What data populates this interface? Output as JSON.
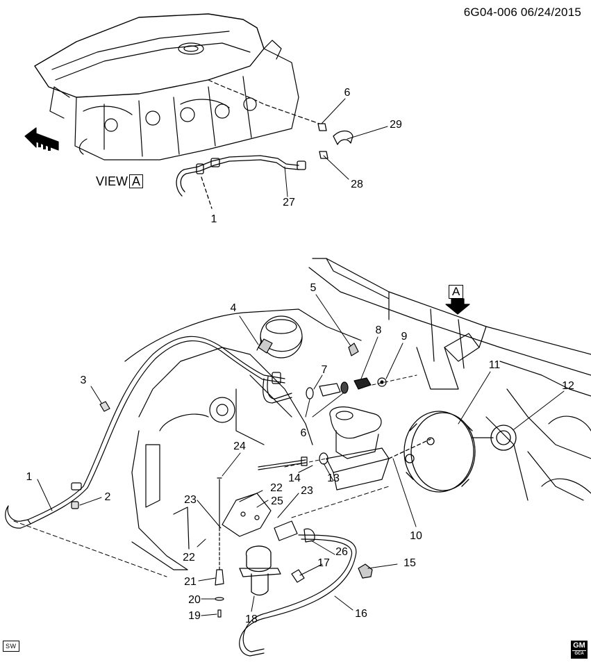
{
  "header": {
    "ref": "6G04-006  06/24/2015"
  },
  "view": {
    "label": "VIEW",
    "letter": "A"
  },
  "arrow_label": "A",
  "badges": {
    "sw": "SW",
    "gm": "GM",
    "gm_sub": "GCA"
  },
  "callouts": [
    {
      "id": "c6a",
      "text": "6"
    },
    {
      "id": "c29",
      "text": "29"
    },
    {
      "id": "c28",
      "text": "28"
    },
    {
      "id": "c27",
      "text": "27"
    },
    {
      "id": "c1a",
      "text": "1"
    },
    {
      "id": "c5",
      "text": "5"
    },
    {
      "id": "c4",
      "text": "4"
    },
    {
      "id": "c8",
      "text": "8"
    },
    {
      "id": "c9",
      "text": "9"
    },
    {
      "id": "c3",
      "text": "3"
    },
    {
      "id": "c7",
      "text": "7"
    },
    {
      "id": "c6b",
      "text": "6"
    },
    {
      "id": "c11",
      "text": "11"
    },
    {
      "id": "c12",
      "text": "12"
    },
    {
      "id": "c24",
      "text": "24"
    },
    {
      "id": "c1b",
      "text": "1"
    },
    {
      "id": "c2",
      "text": "2"
    },
    {
      "id": "c22a",
      "text": "22"
    },
    {
      "id": "c14",
      "text": "14"
    },
    {
      "id": "c13",
      "text": "13"
    },
    {
      "id": "c25",
      "text": "25"
    },
    {
      "id": "c23a",
      "text": "23"
    },
    {
      "id": "c23b",
      "text": "23"
    },
    {
      "id": "c10",
      "text": "10"
    },
    {
      "id": "c22b",
      "text": "22"
    },
    {
      "id": "c26",
      "text": "26"
    },
    {
      "id": "c15",
      "text": "15"
    },
    {
      "id": "c17",
      "text": "17"
    },
    {
      "id": "c21",
      "text": "21"
    },
    {
      "id": "c20",
      "text": "20"
    },
    {
      "id": "c16",
      "text": "16"
    },
    {
      "id": "c19",
      "text": "19"
    },
    {
      "id": "c18",
      "text": "18"
    }
  ]
}
